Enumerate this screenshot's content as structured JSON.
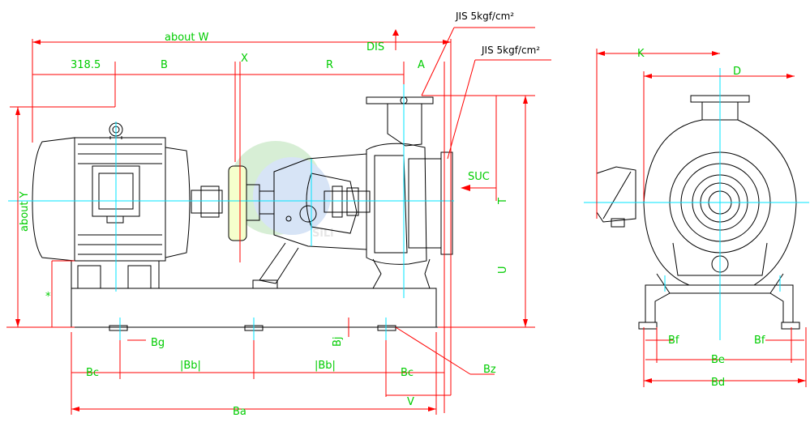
{
  "watermark": {
    "text": "SiLi"
  },
  "colors": {
    "outline": "#000000",
    "dimension": "#ff0000",
    "centerline": "#00e5ff",
    "label": "#00cc00",
    "coupling": "#f5ffcc"
  },
  "front_view": {
    "dimensions": {
      "overall_width": "about W",
      "motor_offset": "318.5",
      "motor_span": "B",
      "coupling_mark": "X",
      "pump_span": "R",
      "discharge_offset": "A",
      "overall_height": "about Y",
      "base_height_mark": "*",
      "bolt_width": "Bg",
      "bolt_spacing_1": "|Bb|",
      "bolt_spacing_2": "|Bb|",
      "end_spacing_left": "Bc",
      "end_spacing_right": "Bc",
      "base_length": "Ba",
      "bolt_dia": "Bz",
      "bolt_height": "Bj",
      "suction_offset": "V",
      "flange_height": "T",
      "center_height": "U"
    },
    "annotations": {
      "discharge": "DIS",
      "suction": "SUC",
      "discharge_flange_rating": "JIS 5kgf/cm²",
      "suction_flange_rating": "JIS 5kgf/cm²"
    }
  },
  "side_view": {
    "dimensions": {
      "motor_half_width": "K",
      "pump_half_width": "D",
      "foot_width_left": "Bf",
      "foot_width_right": "Bf",
      "foot_spacing": "Be",
      "base_width": "Bd"
    }
  }
}
